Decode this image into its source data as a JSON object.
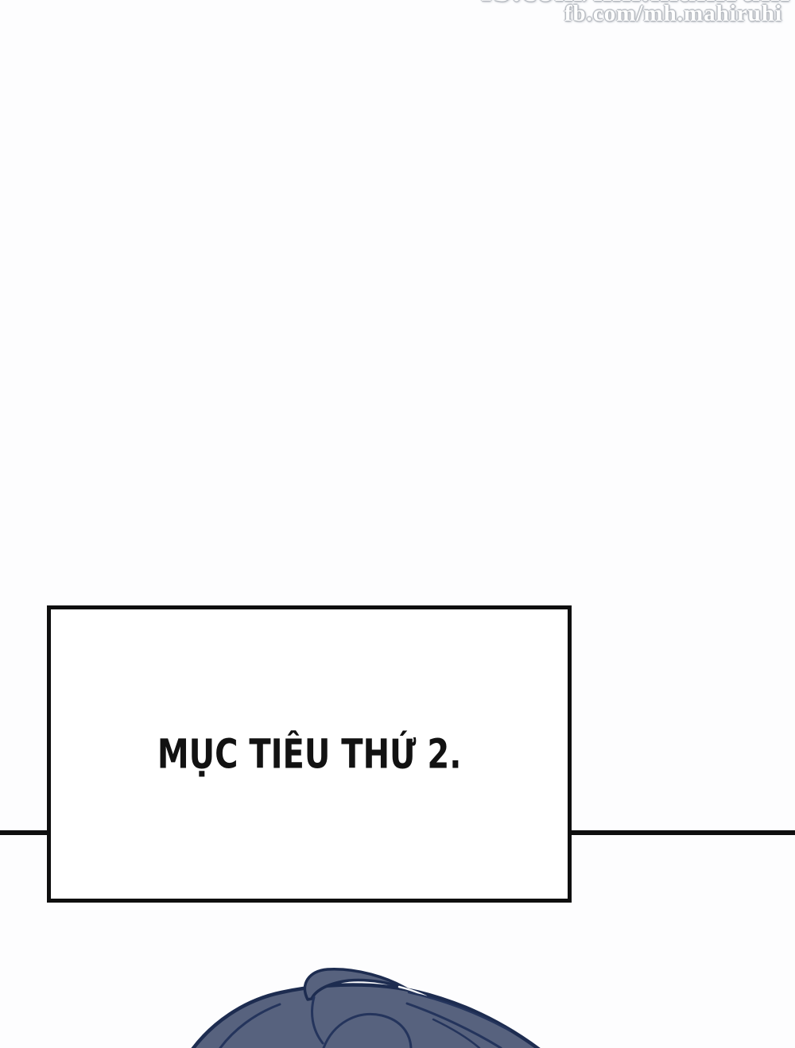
{
  "watermark": {
    "top_line_clipped": "fb.com/mh.mahiruhi",
    "text": "fb.com/mh.mahiruhi"
  },
  "panel": {
    "caption": "MỤC TIÊU THỨ 2.",
    "line_color": "#0f0f0f",
    "box_background": "#ffffff"
  },
  "character": {
    "hair_fill": "#57627E",
    "hair_outline": "#1D2C50",
    "strand_color": "#24345C",
    "gap_highlight": "#F5F6F8"
  }
}
